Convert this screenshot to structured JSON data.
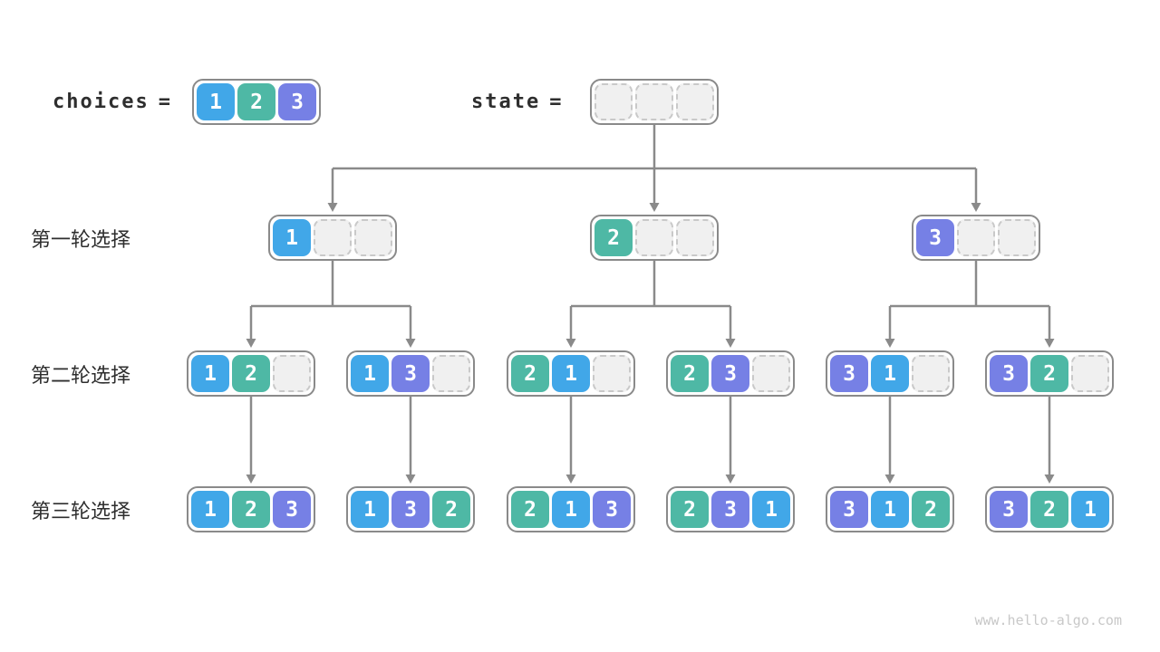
{
  "header": {
    "choices_label": "choices",
    "equals_sign": "=",
    "state_label": "state",
    "choices_cells": [
      "1",
      "2",
      "3"
    ],
    "state_cells": [
      "",
      "",
      ""
    ]
  },
  "colors": {
    "cell_1": "#41A7E8",
    "cell_2": "#4EB8A5",
    "cell_3": "#7680E5",
    "empty_fill": "#F0F0F0",
    "empty_border": "#C9C9C9",
    "container_border": "#8A8A8A",
    "arrow": "#8A8A8A",
    "text": "#2E2E2E",
    "watermark": "#C8C8C8"
  },
  "rows": [
    {
      "label": "第一轮选择",
      "boxes": [
        [
          "1",
          "",
          ""
        ],
        [
          "2",
          "",
          ""
        ],
        [
          "3",
          "",
          ""
        ]
      ]
    },
    {
      "label": "第二轮选择",
      "boxes": [
        [
          "1",
          "2",
          ""
        ],
        [
          "1",
          "3",
          ""
        ],
        [
          "2",
          "1",
          ""
        ],
        [
          "2",
          "3",
          ""
        ],
        [
          "3",
          "1",
          ""
        ],
        [
          "3",
          "2",
          ""
        ]
      ]
    },
    {
      "label": "第三轮选择",
      "boxes": [
        [
          "1",
          "2",
          "3"
        ],
        [
          "1",
          "3",
          "2"
        ],
        [
          "2",
          "1",
          "3"
        ],
        [
          "2",
          "3",
          "1"
        ],
        [
          "3",
          "1",
          "2"
        ],
        [
          "3",
          "2",
          "1"
        ]
      ]
    }
  ],
  "watermark": "www.hello-algo.com"
}
